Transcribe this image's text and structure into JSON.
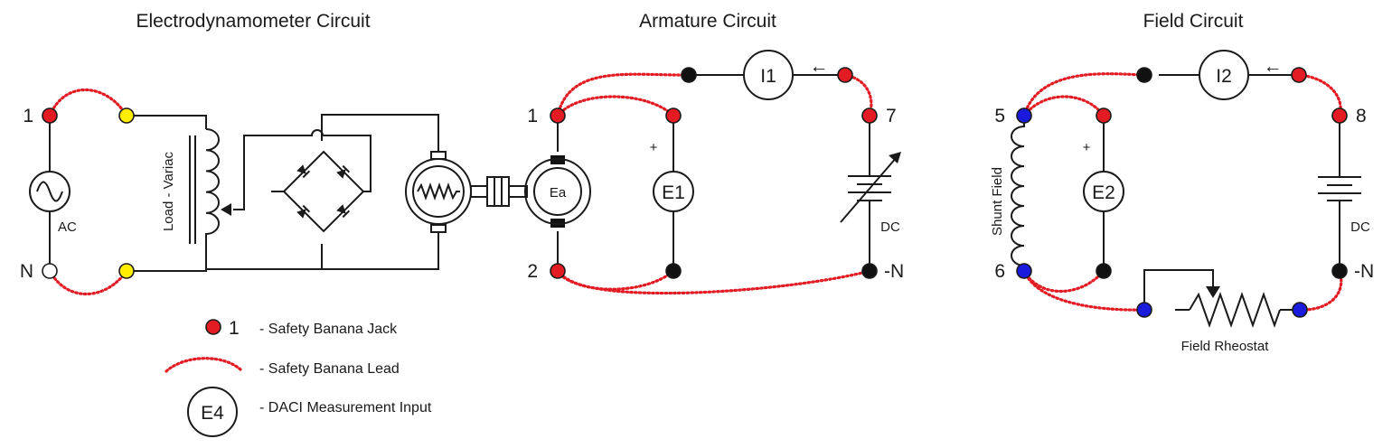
{
  "titles": {
    "electrodynamometer": "Electrodynamometer Circuit",
    "armature": "Armature Circuit",
    "field": "Field Circuit"
  },
  "electrodynamometer": {
    "terminal_1": "1",
    "terminal_n": "N",
    "source_label": "AC",
    "variac_label": "Load - Variac"
  },
  "armature": {
    "terminal_1": "1",
    "terminal_2": "2",
    "terminal_7": "7",
    "terminal_neg_n": "-N",
    "motor_label": "Ea",
    "voltmeter": "E1",
    "ammeter": "I1",
    "plus_sign": "+",
    "source_label": "DC",
    "current_arrow": "←"
  },
  "field": {
    "terminal_5": "5",
    "terminal_6": "6",
    "terminal_8": "8",
    "terminal_neg_n": "-N",
    "shunt_label": "Shunt Field",
    "voltmeter": "E2",
    "ammeter": "I2",
    "plus_sign": "+",
    "source_label": "DC",
    "rheostat_label": "Field Rheostat",
    "current_arrow": "←"
  },
  "legend": {
    "jack_symbol_number": "1",
    "jack_text": "- Safety Banana Jack",
    "lead_text": "- Safety Banana Lead",
    "input_symbol": "E4",
    "input_text": "- DACI Measurement Input"
  },
  "colors": {
    "jack_red": "#e31b23",
    "jack_yellow": "#ffee00",
    "jack_blue": "#1a1adc",
    "jack_black": "#111111",
    "jack_white": "#ffffff",
    "lead": "#e31b23",
    "wire": "#1a1a1a"
  }
}
